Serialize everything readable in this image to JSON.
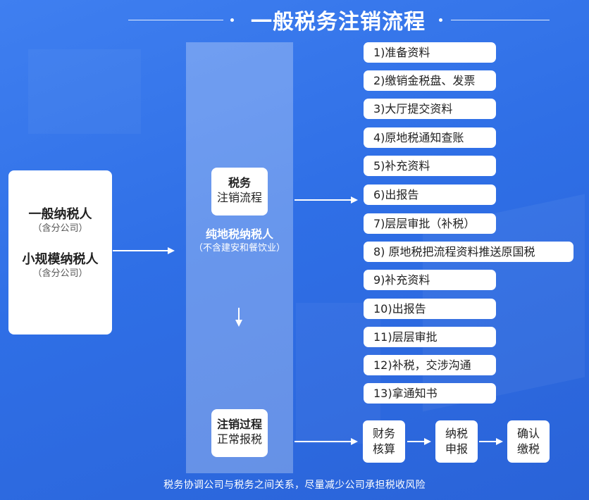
{
  "title": "一般税务注销流程",
  "left_card": [
    {
      "name": "一般纳税人",
      "sub": "（含分公司）"
    },
    {
      "name": "小规模纳税人",
      "sub": "（含分公司）"
    }
  ],
  "mid_box_1": {
    "line1": "税务",
    "line2": "注销流程"
  },
  "center_label": {
    "main": "纯地税纳税人",
    "sub": "（不含建安和餐饮业）"
  },
  "mid_box_2": {
    "line1": "注销过程",
    "line2": "正常报税"
  },
  "steps": [
    "1)准备资料",
    "2)缴销金税盘、发票",
    "3)大厅提交资料",
    "4)原地税通知查账",
    "5)补充资料",
    "6)出报告",
    "7)层层审批（补税）",
    "8) 原地税把流程资料推送原国税",
    "9)补充资料",
    "10)出报告",
    "11)层层审批",
    "12)补税，交涉沟通",
    "13)拿通知书"
  ],
  "final_boxes": [
    {
      "line1": "财务",
      "line2": "核算"
    },
    {
      "line1": "纳税",
      "line2": "申报"
    },
    {
      "line1": "确认",
      "line2": "缴税"
    }
  ],
  "footer": "税务协调公司与税务之间关系，尽量减少公司承担税收风险",
  "colors": {
    "background": "#2f6fe6",
    "box": "#ffffff",
    "text": "#222222"
  }
}
